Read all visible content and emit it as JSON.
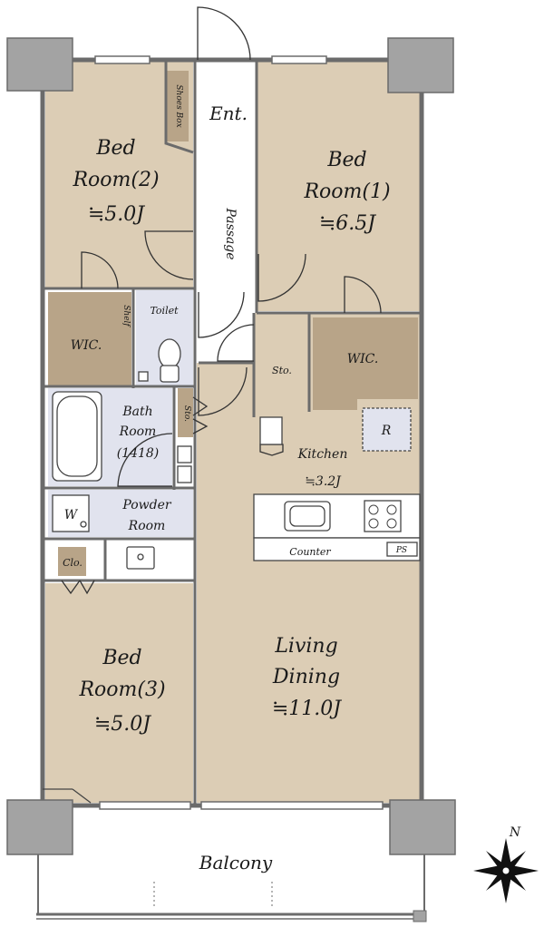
{
  "colors": {
    "room": "#dccdb5",
    "wet": "#e1e3ee",
    "storage": "#b8a488",
    "wall": "#6b6b6b",
    "pillar": "#a3a3a3",
    "door": "#333333"
  },
  "rooms": {
    "bed2": {
      "line1": "Bed",
      "line2": "Room(2)",
      "size": "≒5.0J"
    },
    "bed1": {
      "line1": "Bed",
      "line2": "Room(1)",
      "size": "≒6.5J"
    },
    "bed3": {
      "line1": "Bed",
      "line2": "Room(3)",
      "size": "≒5.0J"
    },
    "living": {
      "line1": "Living",
      "line2": "Dining",
      "size": "≒11.0J"
    },
    "kitchen": {
      "name": "Kitchen",
      "size": "≒3.2J"
    },
    "bath": {
      "line1": "Bath",
      "line2": "Room",
      "line3": "(1418)"
    },
    "powder": {
      "line1": "Powder",
      "line2": "Room"
    }
  },
  "labels": {
    "entrance": "Ent.",
    "shoes_box": "Shoes Box",
    "passage": "Passage",
    "toilet": "Toilet",
    "wic_left": "WIC.",
    "wic_right": "WIC.",
    "sto_kitchen": "Sto.",
    "sto_small": "Sto.",
    "shelf": "Shelf",
    "refrigerator": "R",
    "counter": "Counter",
    "ps": "PS",
    "washer": "W",
    "closet": "Clo.",
    "balcony": "Balcony",
    "north": "N"
  }
}
